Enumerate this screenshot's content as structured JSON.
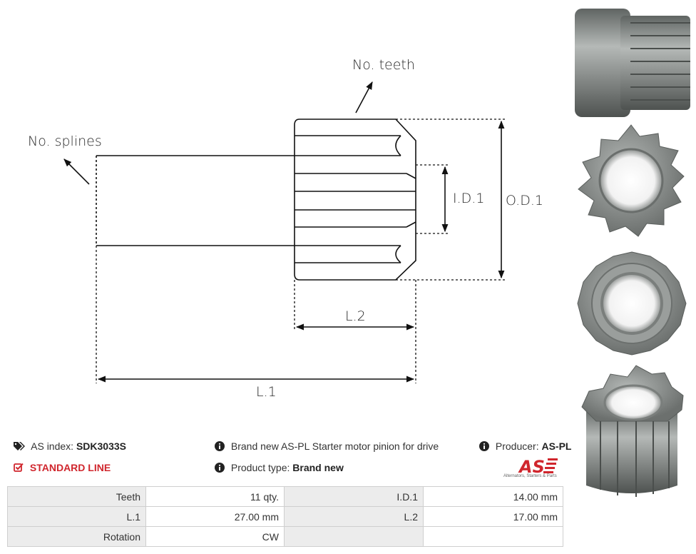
{
  "diagram": {
    "no_teeth": "No. teeth",
    "no_splines": "No. splines",
    "id1": "I.D.1",
    "od1": "O.D.1",
    "l2": "L.2",
    "l1": "L.1"
  },
  "info": {
    "as_index_label": "AS index:",
    "as_index_value": "SDK3033S",
    "standard_line": "STANDARD LINE",
    "description": "Brand new AS-PL Starter motor pinion for drive",
    "product_type_label": "Product type:",
    "product_type_value": "Brand new",
    "producer_label": "Producer:",
    "producer_value": "AS-PL",
    "logo_text": "AS",
    "logo_subtitle": "Alternators, Starters & Parts"
  },
  "specs": {
    "rows": [
      {
        "l1": "Teeth",
        "v1": "11 qty.",
        "l2": "I.D.1",
        "v2": "14.00 mm"
      },
      {
        "l1": "L.1",
        "v1": "27.00 mm",
        "l2": "L.2",
        "v2": "17.00 mm"
      },
      {
        "l1": "Rotation",
        "v1": "CW",
        "l2": "",
        "v2": ""
      }
    ]
  },
  "colors": {
    "accent_red": "#d0262d",
    "metal_gray": "#8a8f8c",
    "table_label_bg": "#ececec"
  }
}
